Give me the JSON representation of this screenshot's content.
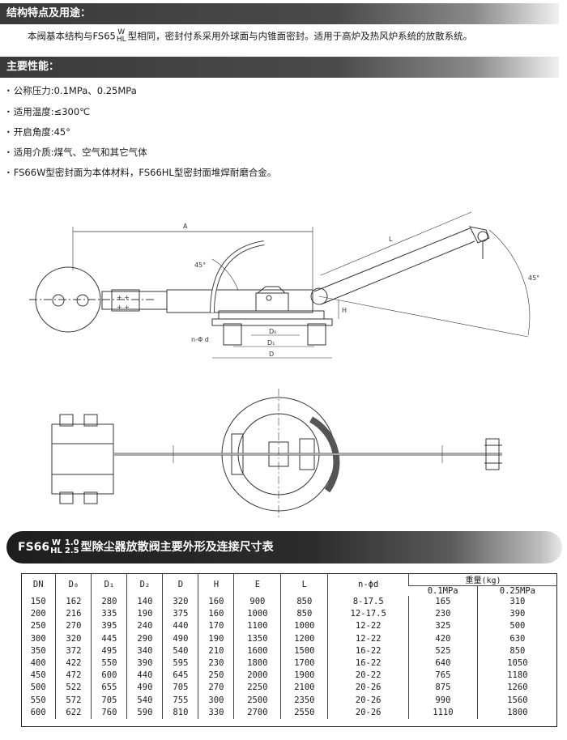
{
  "sections": {
    "features_title": "结构特点及用途：",
    "features_intro_pre": "本阀基本结构与FS65",
    "features_intro_sup": "W",
    "features_intro_sub": "HL",
    "features_intro_post": "型相同，密封付系采用外球面与内锥面密封。适用于高炉及热风炉系统的放散系统。",
    "performance_title": "主要性能：",
    "specs": [
      "公称压力:0.1MPa、0.25MPa",
      "适用温度:≤300℃",
      "开启角度:45°",
      "适用介质:煤气、空气和其它气体",
      "FS66W型密封面为本体材料，FS66HL型密封面堆焊耐磨合金。"
    ]
  },
  "drawing_labels": {
    "A": "A",
    "L": "L",
    "angle_left": "45°",
    "angle_right": "45°",
    "D0": "D₀",
    "D1": "D₁",
    "D": "D",
    "H": "H",
    "nd": "n-Φ d"
  },
  "table_title": {
    "pre": "FS66",
    "sup": "W",
    "sub": "HL",
    "sup2": "1.0",
    "sub2": "2.5",
    "post": "型除尘器放散阀主要外形及连接尺寸表"
  },
  "table": {
    "headers": [
      "DN",
      "D₀",
      "D₁",
      "D₂",
      "D",
      "H",
      "E",
      "L",
      "n-ϕd"
    ],
    "weight_header": "重量(kg)",
    "weight_cols": [
      "0.1MPa",
      "0.25MPa"
    ],
    "rows": [
      [
        "150",
        "162",
        "280",
        "140",
        "320",
        "160",
        "900",
        "850",
        "8-17.5",
        "165",
        "310"
      ],
      [
        "200",
        "216",
        "335",
        "190",
        "375",
        "160",
        "1000",
        "850",
        "12-17.5",
        "230",
        "390"
      ],
      [
        "250",
        "270",
        "395",
        "240",
        "440",
        "170",
        "1100",
        "1000",
        "12-22",
        "325",
        "500"
      ],
      [
        "300",
        "320",
        "445",
        "290",
        "490",
        "190",
        "1350",
        "1200",
        "12-22",
        "420",
        "630"
      ],
      [
        "350",
        "372",
        "495",
        "340",
        "540",
        "210",
        "1600",
        "1500",
        "16-22",
        "525",
        "850"
      ],
      [
        "400",
        "422",
        "550",
        "390",
        "595",
        "230",
        "1800",
        "1700",
        "16-22",
        "640",
        "1050"
      ],
      [
        "450",
        "472",
        "600",
        "440",
        "645",
        "250",
        "2000",
        "1900",
        "20-22",
        "765",
        "1180"
      ],
      [
        "500",
        "522",
        "655",
        "490",
        "705",
        "270",
        "2250",
        "2100",
        "20-26",
        "875",
        "1260"
      ],
      [
        "550",
        "572",
        "705",
        "540",
        "755",
        "300",
        "2500",
        "2350",
        "20-26",
        "990",
        "1560"
      ],
      [
        "600",
        "622",
        "760",
        "590",
        "810",
        "330",
        "2700",
        "2550",
        "20-26",
        "1110",
        "1800"
      ]
    ]
  }
}
